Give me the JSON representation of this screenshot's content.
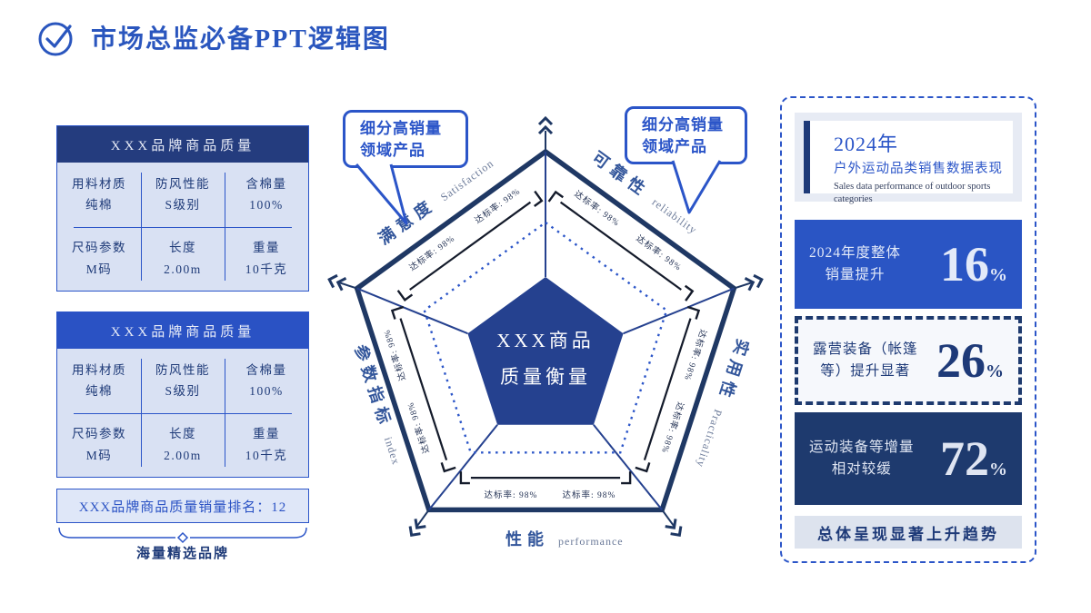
{
  "title": {
    "text": "市场总监必备PPT逻辑图",
    "icon": "check-circle-icon"
  },
  "colors": {
    "accent_royal": "#2a52c4",
    "accent_navy": "#1e3a78",
    "table1_header": "#243c7e",
    "table2_header": "#2a52c4",
    "center_pentagon": "#25418f",
    "outer_pentagon_stroke": "#1f3864",
    "stat_royal": "#2a55c4",
    "stat_navy": "#1e3a6e",
    "light_cell": "#d9e1f3"
  },
  "callout": {
    "line1": "细分高销量",
    "line2": "领域产品"
  },
  "left_panel": {
    "tables": [
      {
        "title": "XXX品牌商品质量",
        "rows": [
          [
            {
              "k": "用料材质",
              "v": "纯棉"
            },
            {
              "k": "防风性能",
              "v": "S级别"
            },
            {
              "k": "含棉量",
              "v": "100%"
            }
          ],
          [
            {
              "k": "尺码参数",
              "v": "M码"
            },
            {
              "k": "长度",
              "v": "2.00m"
            },
            {
              "k": "重量",
              "v": "10千克"
            }
          ]
        ]
      },
      {
        "title": "XXX品牌商品质量",
        "rows": [
          [
            {
              "k": "用料材质",
              "v": "纯棉"
            },
            {
              "k": "防风性能",
              "v": "S级别"
            },
            {
              "k": "含棉量",
              "v": "100%"
            }
          ],
          [
            {
              "k": "尺码参数",
              "v": "M码"
            },
            {
              "k": "长度",
              "v": "2.00m"
            },
            {
              "k": "重量",
              "v": "10千克"
            }
          ]
        ]
      }
    ],
    "ranking": "XXX品牌商品质量销量排名：12",
    "brace_label": "海量精选品牌"
  },
  "radar": {
    "center_line1": "XXX商品",
    "center_line2": "质量衡量",
    "axes": [
      {
        "zh": "满意度",
        "en": "Satisfaction",
        "rates": [
          "达标率: 98%",
          "达标率: 98%"
        ]
      },
      {
        "zh": "可靠性",
        "en": "reliability",
        "rates": [
          "达标率: 98%",
          "达标率: 98%"
        ]
      },
      {
        "zh": "实用性",
        "en": "Practicality",
        "rates": [
          "达标率: 98%",
          "达标率: 98%"
        ]
      },
      {
        "zh": "性能",
        "en": "performance",
        "rates": [
          "达标率: 98%",
          "达标率: 98%"
        ]
      },
      {
        "zh": "参数指标",
        "en": "index",
        "rates": [
          "达标率: 98%",
          "达标率: 98%"
        ]
      }
    ]
  },
  "right_panel": {
    "header": {
      "year": "2024年",
      "title_zh": "户外运动品类销售数据表现",
      "title_en": "Sales data performance of outdoor sports categories"
    },
    "stats": [
      {
        "label1": "2024年度整体",
        "label2": "销量提升",
        "value": "16",
        "unit": "%"
      },
      {
        "label1": "露营装备（帐篷",
        "label2": "等）提升显著",
        "value": "26",
        "unit": "%"
      },
      {
        "label1": "运动装备等增量",
        "label2": "相对较缓",
        "value": "72",
        "unit": "%"
      }
    ],
    "footer": "总体呈现显著上升趋势"
  }
}
